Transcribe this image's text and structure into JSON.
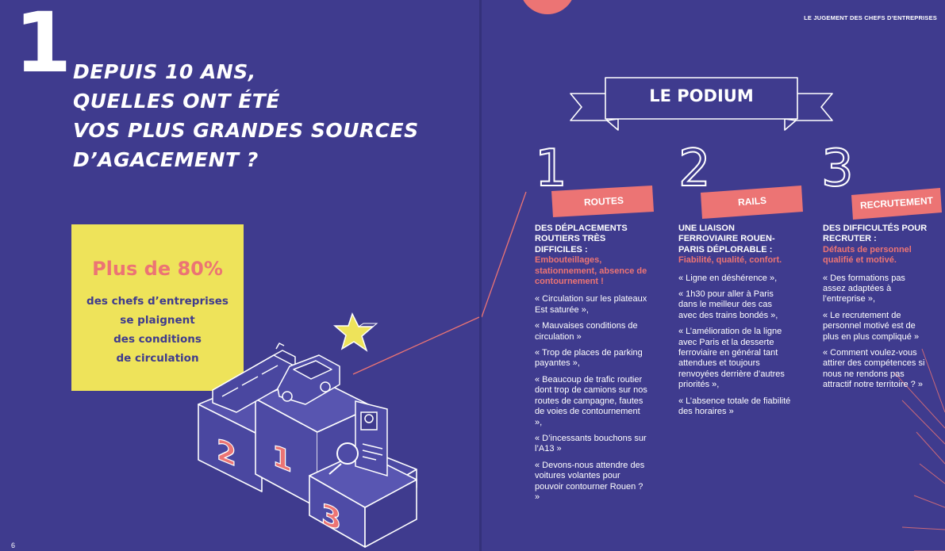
{
  "left_page": {
    "section_number": "1",
    "question_lines": [
      "Depuis 10 ans,",
      "quelles ont été",
      "vos plus grandes sources",
      "d’agacement ?"
    ],
    "stat": {
      "headline": "Plus de 80%",
      "lines": [
        "des chefs d’entreprises",
        "se plaignent",
        "des conditions",
        "de circulation"
      ]
    },
    "podium_numbers": [
      "2",
      "1",
      "3"
    ],
    "page_number": "6"
  },
  "right_page": {
    "header": "LE JUGEMENT DES CHEFS D’ENTREPRISES",
    "banner": "LE PODIUM",
    "columns": [
      {
        "number": "1",
        "tag": "ROUTES",
        "heading": "DES DÉPLACEMENTS ROUTIERS TRÈS DIFFICILES :",
        "subheading": "Embouteillages, stationnement, absence de contournement !",
        "quotes": [
          "« Circulation sur les plateaux Est saturée »,",
          "« Mauvaises conditions de circulation »",
          "« Trop de places de parking payantes »,",
          "« Beaucoup de trafic routier dont trop de camions sur nos routes de campagne, fautes de voies de contournement »,",
          "« D’incessants bouchons sur l’A13 »",
          "« Devons-nous attendre des voitures volantes pour pouvoir contourner Rouen ? »"
        ]
      },
      {
        "number": "2",
        "tag": "RAILS",
        "heading": "UNE LIAISON FERROVIAIRE ROUEN-PARIS DÉPLORABLE :",
        "subheading": "Fiabilité, qualité, confort.",
        "quotes": [
          "« Ligne en déshérence »,",
          "« 1h30 pour aller à Paris dans le meilleur des cas avec des trains bondés »,",
          "« L’amélioration de la ligne avec Paris et la desserte ferroviaire en général tant attendues et toujours renvoyées derrière d’autres priorités »,",
          "« L’absence totale de fiabilité des horaires »"
        ]
      },
      {
        "number": "3",
        "tag": "RECRUTEMENT",
        "heading": "DES DIFFICULTÉS POUR RECRUTER :",
        "subheading": "Défauts de personnel qualifié et motivé.",
        "quotes": [
          "« Des formations pas assez adaptées à l’entreprise »,",
          "« Le recrutement de personnel motivé est de plus en plus compliqué »",
          "« Comment voulez-vous attirer des compétences si nous ne rendons pas attractif notre territoire ? »"
        ]
      }
    ]
  },
  "colors": {
    "background": "#3f3b8e",
    "accent_pink": "#ec7474",
    "yellow": "#eee35a",
    "white": "#ffffff"
  },
  "icons": [
    "star-icon",
    "train-icon",
    "car-icon",
    "magnifier-icon",
    "profile-card-icon"
  ]
}
